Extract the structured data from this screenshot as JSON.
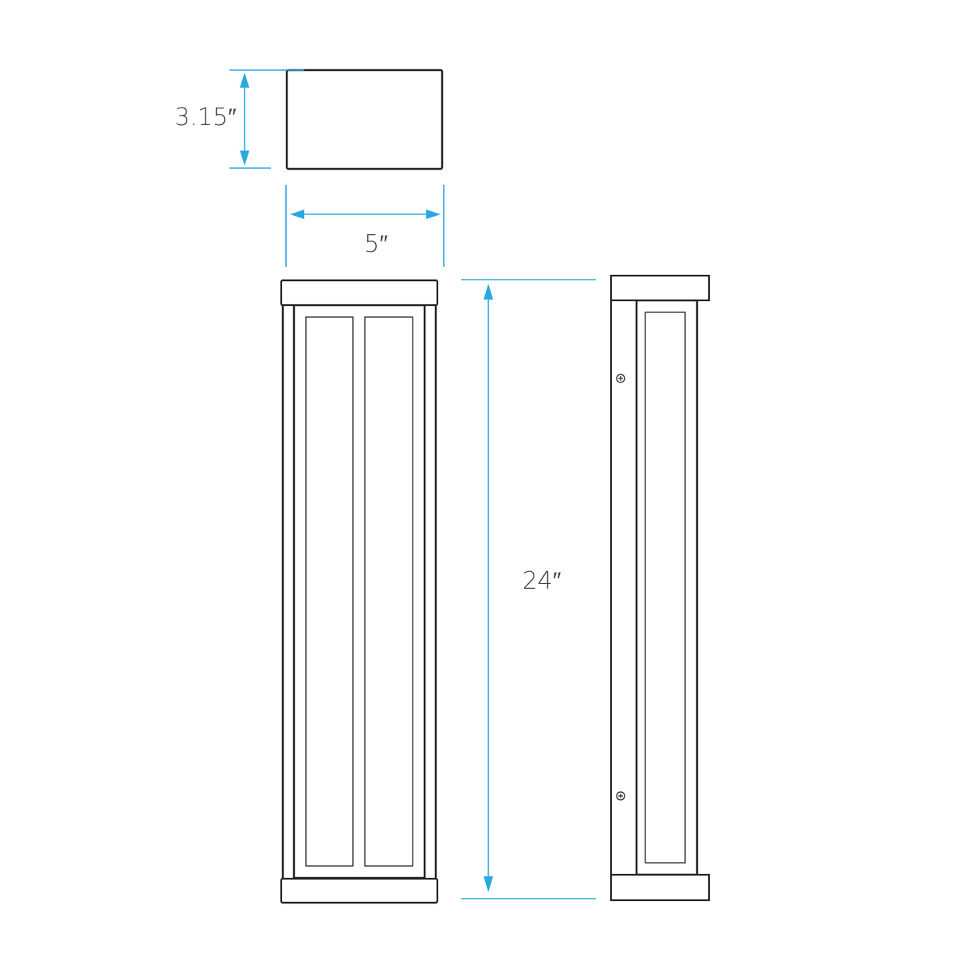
{
  "dimensions": {
    "depth_label": "3.15″",
    "width_label": "5″",
    "height_label": "24″"
  },
  "colors": {
    "dimension_line": "#29a9e0",
    "outline": "#222222"
  }
}
